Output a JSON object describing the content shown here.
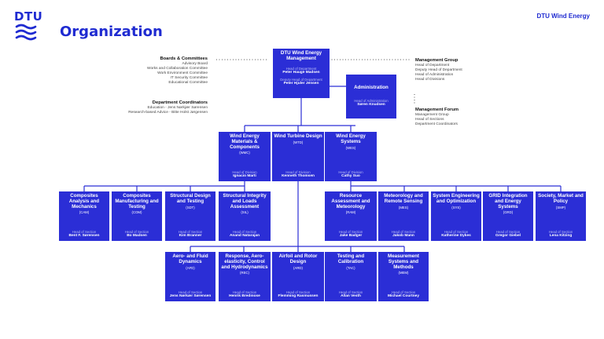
{
  "header": {
    "logo_text": "DTU",
    "title": "Organization",
    "brand": "DTU Wind Energy"
  },
  "management": {
    "name": "DTU Wind Energy Management",
    "role1": "Head of Department",
    "person1": "Peter Hauge Madsen",
    "role2": "Deputy Head of Department",
    "person2": "Peter Hjuler Jensen"
  },
  "administration": {
    "name": "Administration",
    "role": "Head of Administration",
    "person": "Søren Knudsen"
  },
  "boards": {
    "heading": "Boards & Committees",
    "items": [
      "Advisory Board",
      "Works and Collaboration Committee",
      "Work Environment Committee",
      "IT Security Committee",
      "Educational Committee"
    ]
  },
  "coordinators": {
    "heading": "Department Coordinators",
    "items": [
      "Education - Jens Nørkjær Sørensen",
      "Research-based Advice - Bitte Holst Jørgensen"
    ]
  },
  "management_group": {
    "heading": "Management Group",
    "items": [
      "Head of Department",
      "Deputy Head of Department",
      "Head of Administration",
      "Head of Divisions"
    ]
  },
  "management_forum": {
    "heading": "Management Forum",
    "items": [
      "Management Group",
      "Head of Sections",
      "Department Coordinators"
    ]
  },
  "divisions": [
    {
      "name": "Wind Energy Materials & Components",
      "abbr": "(WMC)",
      "role": "Head of Division",
      "person": "Ignacio Marti"
    },
    {
      "name": "Wind Turbine Design",
      "abbr": "(WTD)",
      "role": "Head of Division",
      "person": "Kenneth Thomsen"
    },
    {
      "name": "Wind Energy Systems",
      "abbr": "(WES)",
      "role": "Head of Division",
      "person": "Cathy Suo"
    }
  ],
  "sections_row1": [
    {
      "name": "Composites Analysis and Mechanics",
      "abbr": "(CAM)",
      "role": "Head of Section",
      "person": "Bent F. Sørensen"
    },
    {
      "name": "Composites Manufacturing and Testing",
      "abbr": "(COM)",
      "role": "Head of Section",
      "person": "Bo Madsen"
    },
    {
      "name": "Structural Design and Testing",
      "abbr": "(SDT)",
      "role": "Head of Section",
      "person": "Kim Branner"
    },
    {
      "name": "Structural Integrity and Loads Assessment",
      "abbr": "(SIL)",
      "role": "Head of Section",
      "person": "Anand Natarajan"
    },
    {
      "name": "Resource Assessment and Meteorology",
      "abbr": "(RAM)",
      "role": "Head of Section",
      "person": "Jake Badger"
    },
    {
      "name": "Meteorology and Remote Sensing",
      "abbr": "(MES)",
      "role": "Head of Section",
      "person": "Jakob Mann"
    },
    {
      "name": "System Engineering and Optimization",
      "abbr": "(SYS)",
      "role": "Head of Section",
      "person": "Katherine Dykes"
    },
    {
      "name": "GRID Integration and Energy Systems",
      "abbr": "(GRD)",
      "role": "Head of Section",
      "person": "Gregor Giebel"
    },
    {
      "name": "Society, Market and Policy",
      "abbr": "(SMP)",
      "role": "Head of Section",
      "person": "Lena Kitzing"
    }
  ],
  "sections_row2": [
    {
      "name": "Aero- and Fluid Dynamics",
      "abbr": "(AFD)",
      "role": "Head of Section",
      "person": "Jens Nørkær Sørensen"
    },
    {
      "name": "Response, Aero-elasticity, Control and Hydrodynamics",
      "abbr": "(REC)",
      "role": "Head of Section",
      "person": "Henrik Bredmose"
    },
    {
      "name": "Airfoil and Rotor Design",
      "abbr": "(ARD)",
      "role": "Head of Section",
      "person": "Flemming Rasmussen"
    },
    {
      "name": "Testing and Calibration",
      "abbr": "(TAC)",
      "role": "Head of Section",
      "person": "Allan Vesth"
    },
    {
      "name": "Measurement Systems and Methods",
      "abbr": "(MEM)",
      "role": "Head of Section",
      "person": "Michael Courtney"
    }
  ],
  "colors": {
    "box": "#2b2ed6",
    "accent": "#1f2bd1",
    "line": "#2b2ed6"
  }
}
